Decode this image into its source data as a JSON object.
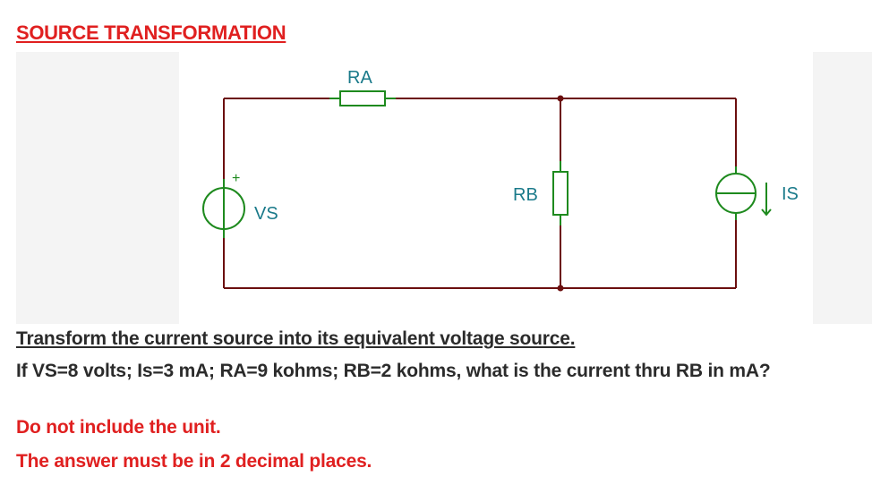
{
  "title": "SOURCE TRANSFORMATION",
  "diagram": {
    "labels": {
      "ra": "RA",
      "rb": "RB",
      "vs": "VS",
      "is": "IS",
      "plus": "+"
    },
    "colors": {
      "wire": "#6b0f0f",
      "component": "#1e8a1e",
      "label": "#1a7a8a"
    }
  },
  "question": {
    "line1": "Transform the current source into its equivalent voltage source.",
    "line2": "If VS=8 volts; Is=3 mA; RA=9 kohms; RB=2 kohms, what is the current thru RB in mA?"
  },
  "notes": {
    "line1": "Do not include the unit.",
    "line2": "The answer must be in 2 decimal places."
  },
  "colors": {
    "accent_red": "#e02020",
    "text_dark": "#2b2b2b"
  }
}
